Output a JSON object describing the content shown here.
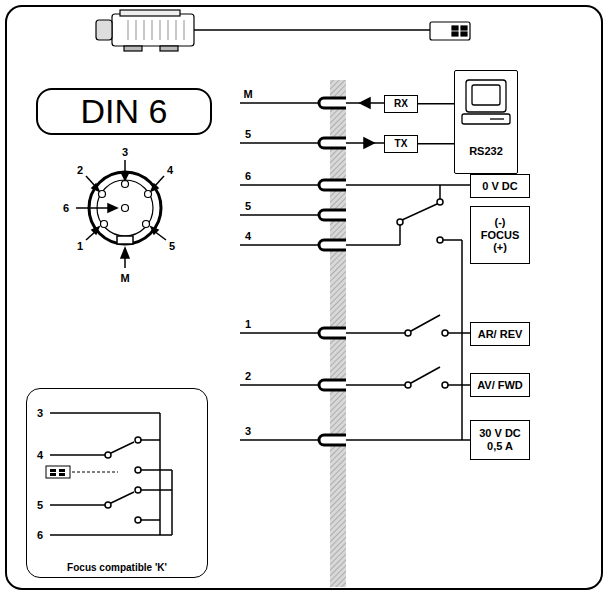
{
  "diagram": {
    "nodes": [
      {
        "text": [
          "DIN 6"
        ]
      },
      {
        "text": [
          "RS232"
        ]
      },
      {
        "text": [
          "RX"
        ]
      },
      {
        "text": [
          "TX"
        ]
      },
      {
        "text": [
          "0 V DC"
        ]
      },
      {
        "text": [
          "(-) FOCUS (+)"
        ]
      },
      {
        "text": [
          "AR/ REV"
        ]
      },
      {
        "text": [
          "AV/ FWD"
        ]
      },
      {
        "text": [
          "30 V DC 0,5 A"
        ]
      },
      {
        "text": [
          "Focus compatible 'K'"
        ]
      }
    ],
    "edges": [
      {
        "from": 2,
        "to": 1,
        "arrow": "none"
      },
      {
        "from": 3,
        "to": 1,
        "arrow": "none"
      }
    ],
    "labels": [
      "M",
      "5",
      "6",
      "5",
      "4",
      "1",
      "2",
      "3",
      "3",
      "2",
      "4",
      "6",
      "1",
      "5",
      "M",
      "3",
      "4",
      "5",
      "6"
    ]
  }
}
